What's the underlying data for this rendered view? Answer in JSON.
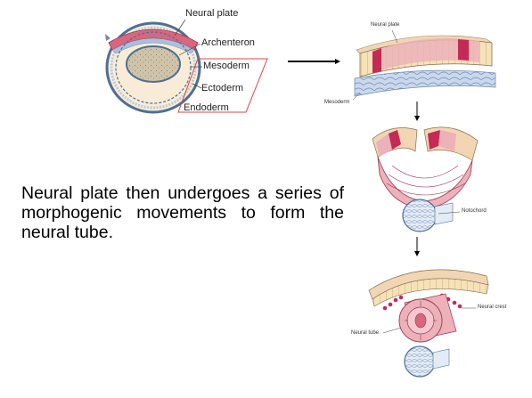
{
  "slide": {
    "text": "Neural plate then undergoes a series of morphogenic movements to form the neural tube."
  },
  "cross_section": {
    "labels": {
      "neural_plate": "Neural plate",
      "archenteron": "Archenteron",
      "mesoderm": "Mesoderm",
      "ectoderm": "Ectoderm",
      "endoderm": "Endoderm"
    }
  },
  "stages": {
    "stage1": {
      "neural_plate": "Neural plate",
      "mesoderm": "Mesoderm"
    },
    "stage2": {
      "notochord": "Notochord"
    },
    "stage3": {
      "neural_crest": "Neural crest",
      "neural_tube": "Neural tube"
    }
  },
  "colors": {
    "neural_plate": "#d8667e",
    "neural_plate_dark": "#c42a55",
    "ectoderm_cells": "#f6e2b8",
    "yolk": "#f9ecd6",
    "mesoderm_blue": "#c6d6ea",
    "tube_pink": "#ecb1b9"
  }
}
